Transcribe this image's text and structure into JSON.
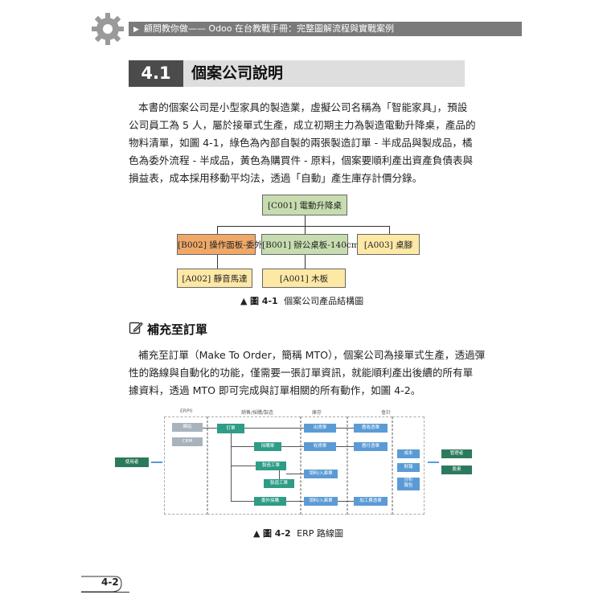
{
  "header": {
    "gear_icon": "gear-icon",
    "running_title": "顧問教你做—— Odoo 在台教戰手冊：完整圖解流程與實戰案例"
  },
  "section": {
    "number": "4.1",
    "title": "個案公司說明"
  },
  "intro_lines": [
    "本書的個案公司是小型家具的製造業，虛擬公司名稱為「智能家具」，預設",
    "公司員工為 5 人，屬於接單式生產，成立初期主力為製造電動升降桌，產品的",
    "物料清單，如圖 4-1，綠色為內部自製的兩張製造訂單 - 半成品與製成品，橘",
    "色為委外流程 - 半成品，黃色為購買件 - 原料，個案要順利產出資產負債表與",
    "損益表，成本採用移動平均法，透過「自動」產生庫存計價分錄。"
  ],
  "bom": {
    "root": "[C001] 電動升降桌",
    "level2": [
      "[B002] 操作面板-委外",
      "[B001] 辦公桌板-140cm",
      "[A003] 桌腳"
    ],
    "level3": [
      "[A002] 靜音馬達",
      "[A001] 木板"
    ],
    "colors": {
      "internal": "#c7ddb0",
      "outsourced": "#f0a868",
      "purchased": "#fde8a6"
    }
  },
  "figure1_caption": {
    "marker": "▲",
    "label": "圖 4-1",
    "text": "個案公司產品結構圖"
  },
  "subsection": {
    "icon": "edit-note-icon",
    "title": "補充至訂單"
  },
  "mto_lines": [
    "補充至訂單（Make To Order，簡稱 MTO），個案公司為接單式生產，透過彈",
    "性的路線與自動化的功能，僅需要一張訂單資訊，就能順利產出後續的所有單",
    "據資料，透過 MTO 即可完成與訂單相關的所有動作，如圖 4-2。"
  ],
  "erp": {
    "column_headers": [
      "ERPII",
      "銷售/採購/製造",
      "庫存",
      "會計"
    ],
    "erpii_items": [
      "網站",
      "CRM"
    ],
    "user": "使用者",
    "order": "訂單",
    "purchase": "採購單",
    "mo1": "製造工單",
    "mo2": "製造工單",
    "outsource": "委外採購",
    "ship": "出貨單",
    "receipt": "收貨單",
    "picking1": "領料/入庫單",
    "picking2": "領料/入庫單",
    "invoice_out": "應收憑單",
    "invoice_in": "應付憑單",
    "processing_invoice": "加工費憑單",
    "reports": [
      "成本",
      "財報",
      "分析\n報告"
    ],
    "right_actors": [
      "管理者",
      "股東"
    ]
  },
  "figure2_caption": {
    "marker": "▲",
    "label": "圖 4-2",
    "text": "ERP 路線圖"
  },
  "page_number": "4-2"
}
